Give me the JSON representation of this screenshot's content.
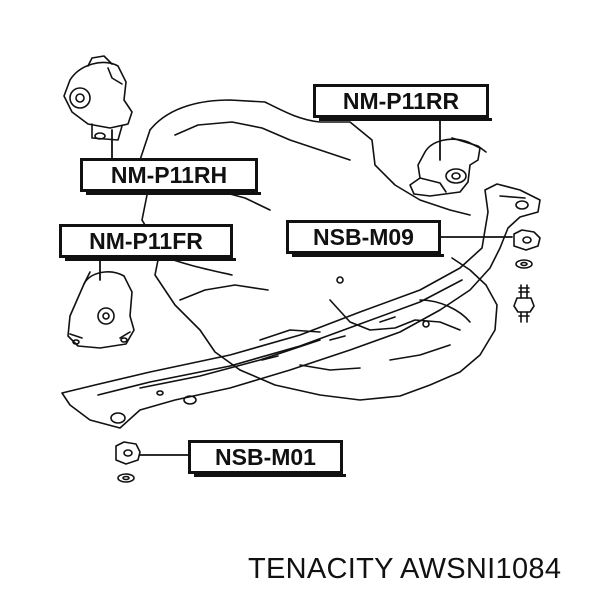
{
  "labels": {
    "rear_right_mount": "NM-P11RR",
    "right_hand_mount": "NM-P11RH",
    "front_right_mount": "NM-P11FR",
    "bracket_nut_m09": "NSB-M09",
    "nut_m01": "NSB-M01"
  },
  "footer": {
    "brand": "TENACITY",
    "part_number": "AWSNI1084"
  },
  "colors": {
    "line": "#111111",
    "background": "#ffffff"
  }
}
